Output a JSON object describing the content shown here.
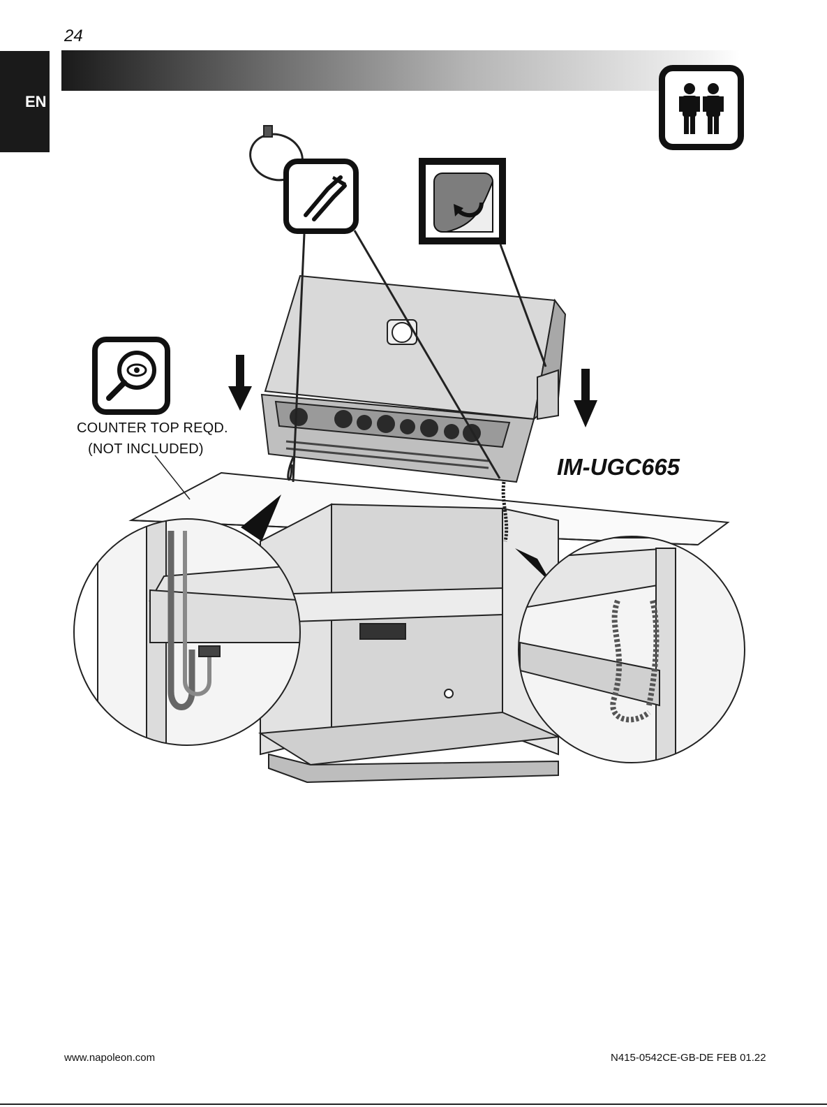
{
  "page": {
    "number": "24",
    "language_tab": "EN",
    "counter_label_line1": "COUNTER TOP REQD.",
    "counter_label_line2": "(NOT INCLUDED)",
    "model": "IM-UGC665"
  },
  "icons": {
    "people": "two-persons-icon",
    "cutters": "side-cutters-icon",
    "peel": "peel-protective-film-icon",
    "inspect": "inspect-eye-icon",
    "cable_tie": "cable-tie-icon"
  },
  "footer": {
    "website": "www.napoleon.com",
    "doc_code": "N415-0542CE-GB-DE  FEB 01.22"
  },
  "colors": {
    "header_dark": "#1a1a1a",
    "line_art": "#222222",
    "metal_fill": "#d9d9d9"
  }
}
